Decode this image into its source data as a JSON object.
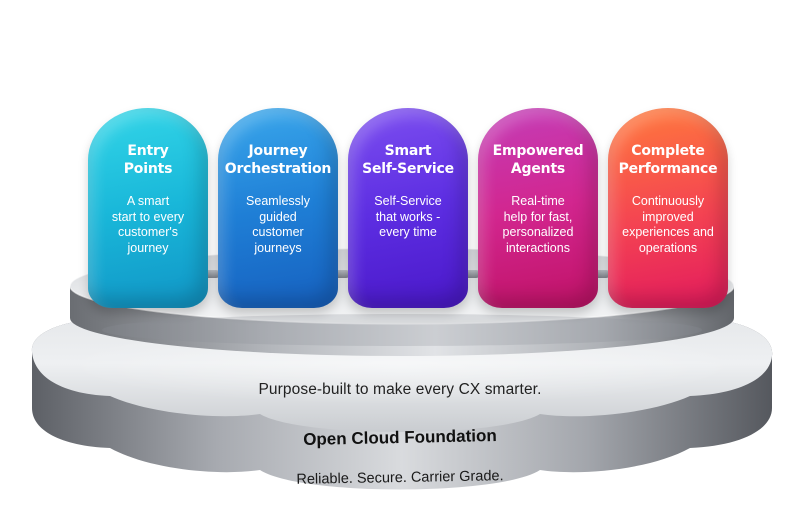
{
  "pillars": [
    {
      "title": "Entry\nPoints",
      "description": "A smart\nstart to every\ncustomer's\njourney",
      "color": "#19b7d9"
    },
    {
      "title": "Journey\nOrchestration",
      "description": "Seamlessly\nguided\ncustomer\njourneys",
      "color": "#1f7fd6"
    },
    {
      "title": "Smart\nSelf-Service",
      "description": "Self-Service\nthat works -\nevery time",
      "color": "#5d2ee2"
    },
    {
      "title": "Empowered\nAgents",
      "description": "Real-time\nhelp for fast,\npersonalized\ninteractions",
      "color": "#d2268f"
    },
    {
      "title": "Complete\nPerformance",
      "description": "Continuously\nimproved\nexperiences and\noperations",
      "color": "#f44352"
    }
  ],
  "platform": {
    "tagline": "Purpose-built to make every CX smarter."
  },
  "foundation": {
    "title": "Open Cloud Foundation",
    "subtitle": "Reliable. Secure. Carrier Grade."
  }
}
